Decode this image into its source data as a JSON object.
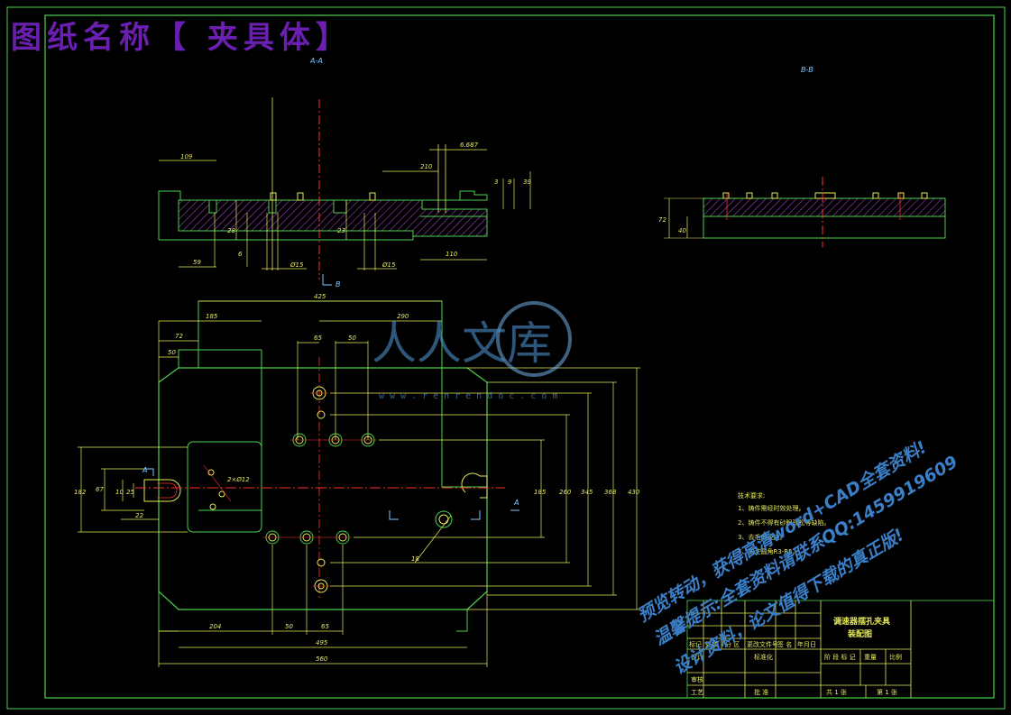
{
  "title": "图纸名称【 夹具体】",
  "views": {
    "section_aa": "A-A",
    "section_bb": "B-B",
    "marker_a": "A",
    "marker_b": "B"
  },
  "dims": {
    "d109": "109",
    "d6687": "6.687",
    "d3": "3",
    "d9": "9",
    "d39": "39",
    "d28": "28",
    "d6": "6",
    "d23": "23",
    "d59": "59",
    "phi15a": "Ø15",
    "phi15b": "Ø15",
    "d210": "210",
    "d110": "110",
    "d72v": "72",
    "d40": "40",
    "d425": "425",
    "d185": "185",
    "d290": "290",
    "d72": "72",
    "d50a": "50",
    "d65a": "65",
    "d50b": "50",
    "d182": "182",
    "d67": "67",
    "d10": "10",
    "d25": "25",
    "d22": "22",
    "d2phi12": "2×Ø12",
    "d185v": "185",
    "d260": "260",
    "d345": "345",
    "d368": "368",
    "d430": "430",
    "r18": "18",
    "d204": "204",
    "d50c": "50",
    "d65b": "65",
    "d495": "495",
    "d560": "560"
  },
  "notes": {
    "heading": "技术要求:",
    "n1": "1、铸件需经时效处理。",
    "n2": "2、铸件不得有砂眼疏松等缺陷。",
    "n3": "3、去毛刺锐边。",
    "n4": "4、未注圆角R3-R5。"
  },
  "title_block": {
    "part_name_1": "调速器摆孔夹具",
    "part_name_2": "装配图",
    "header_row": [
      "标记",
      "处数",
      "分 区",
      "更改文件号",
      "签 名",
      "年月日"
    ],
    "design": "设计",
    "standardize": "标准化",
    "stage_row": [
      "阶 段 标 记",
      "重量",
      "比例"
    ],
    "review": "审核",
    "process": "工艺",
    "approve": "批 准",
    "total_sheets": "共 1 张",
    "sheet_no": "第 1 张"
  },
  "watermark": {
    "logo_text": "人人文库",
    "url": "www.renrendoc.com",
    "line1": "预览转动，获得高清word+CAD全套资料!",
    "line2": "温馨提示:全套资料请联系QQ:1459919609",
    "line3": "设计资料，论文值得下载的真正版!"
  },
  "colors": {
    "frame": "#4cd14c",
    "dimension": "#e8e85a",
    "hatch": "#a040c8",
    "center": "#ff3030",
    "title": "#6a1fb0",
    "watermark": "#3a7fc8"
  }
}
